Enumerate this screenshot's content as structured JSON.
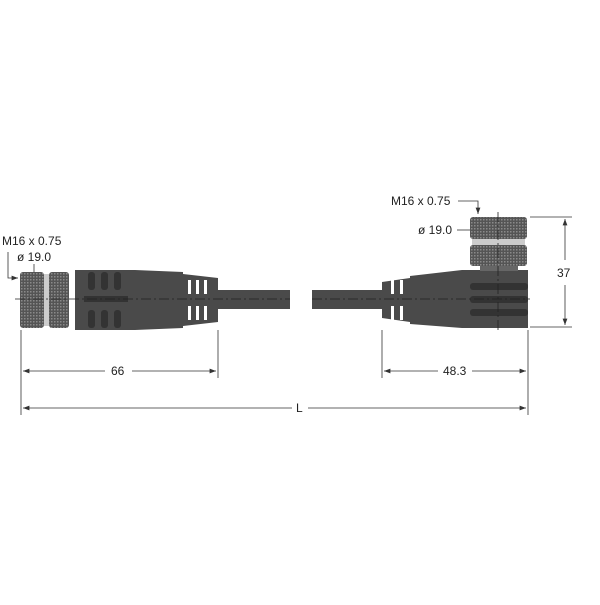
{
  "left_connector": {
    "thread_label": "M16 x 0.75",
    "diameter_label": "ø 19.0",
    "length_label": "66"
  },
  "right_connector": {
    "thread_label": "M16 x 0.75",
    "diameter_label": "ø 19.0",
    "length_label": "48.3",
    "height_label": "37"
  },
  "overall_length_label": "L",
  "colors": {
    "body": "#4a4a4a",
    "knurl": "#5a5a5a",
    "line": "#333333"
  }
}
